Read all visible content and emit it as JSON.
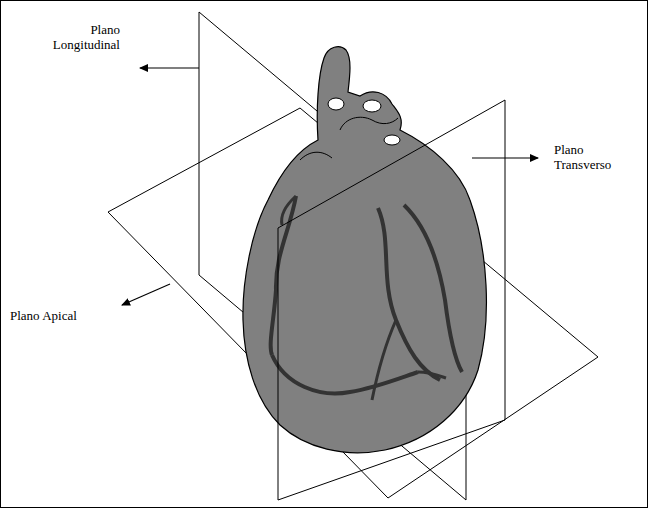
{
  "diagram": {
    "labels": [
      "Plano Longitudinal",
      "Plano Transverso",
      "Plano Apical"
    ]
  }
}
